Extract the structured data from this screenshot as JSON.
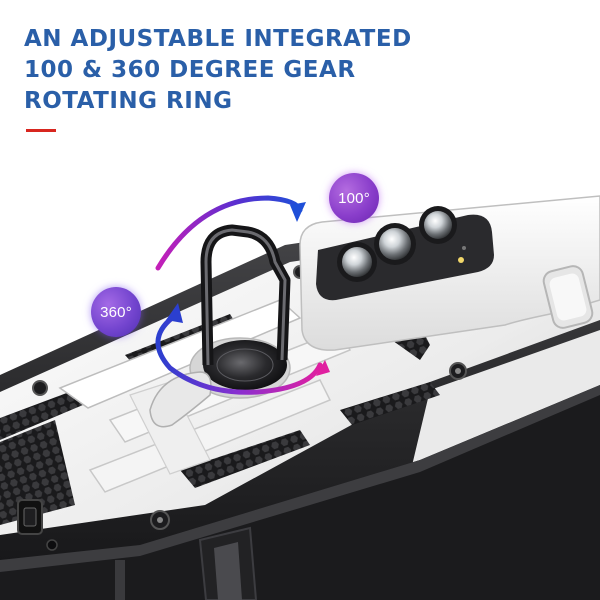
{
  "headline": {
    "line1": "AN ADJUSTABLE INTEGRATED",
    "line2": "100 & 360 DEGREE GEAR",
    "line3": "ROTATING RING"
  },
  "badges": {
    "rotation_100": "100°",
    "rotation_360": "360°"
  },
  "colors": {
    "headline": "#2a5fa8",
    "accent": "#d8261f",
    "case_frame": "#2b2b2d",
    "case_plate": "#f2f2f2",
    "badge_purple": "#8a3ecb",
    "arrow_blue": "#2b3fcf",
    "arrow_magenta": "#c41fb8"
  }
}
